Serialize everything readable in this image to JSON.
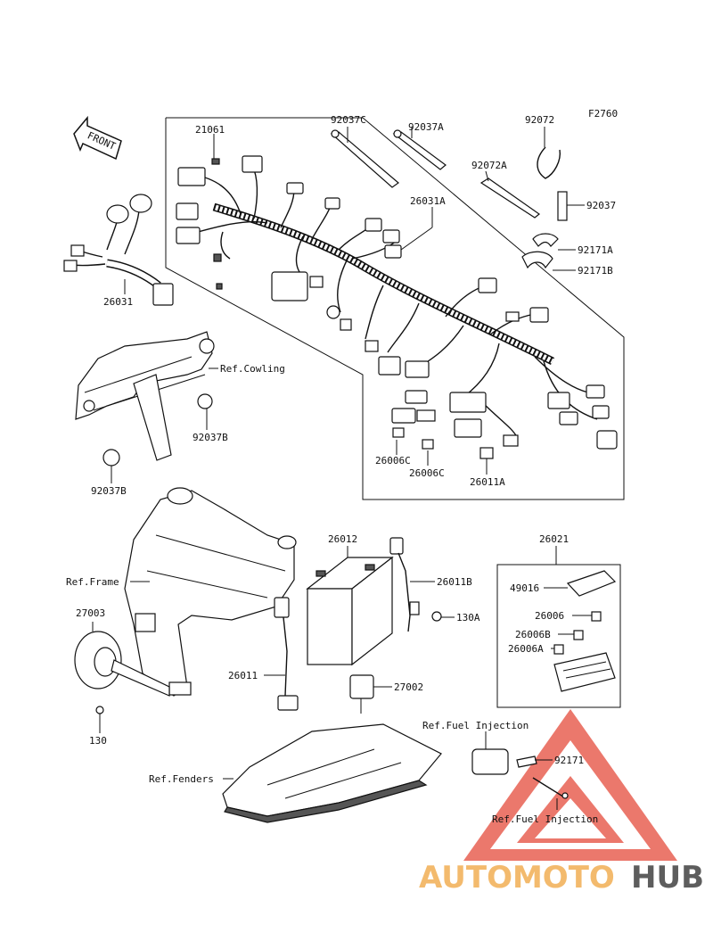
{
  "diagram_code": "F2760",
  "front_arrow": "FRONT",
  "labels": {
    "l21061": "21061",
    "l92037C": "92037C",
    "l92037A": "92037A",
    "l92072": "92072",
    "l92072A": "92072A",
    "l92037": "92037",
    "l26031A": "26031A",
    "l92171A": "92171A",
    "l92171B": "92171B",
    "l26031": "26031",
    "l26006C_1": "26006C",
    "l26006C_2": "26006C",
    "l26011A": "26011A",
    "l92037B_1": "92037B",
    "l92037B_2": "92037B",
    "l26012": "26012",
    "l26011B": "26011B",
    "l130A": "130A",
    "l26021": "26021",
    "l49016": "49016",
    "l26006": "26006",
    "l26006B": "26006B",
    "l26006A": "26006A",
    "l27003": "27003",
    "l26011": "26011",
    "l27002": "27002",
    "l130": "130",
    "l92171": "92171"
  },
  "refs": {
    "cowling": "Ref.Cowling",
    "frame": "Ref.Frame",
    "fuel_injection_1": "Ref.Fuel Injection",
    "fuel_injection_2": "Ref.Fuel Injection",
    "fenders": "Ref.Fenders"
  },
  "watermark": {
    "part1": "AUTOMOTO",
    "part2": "HUB",
    "color1": "#f3b766",
    "color2": "#555555",
    "logo_color": "#e54b3c"
  }
}
